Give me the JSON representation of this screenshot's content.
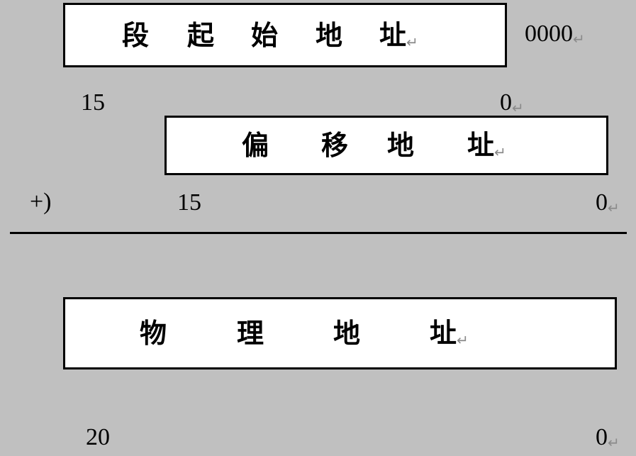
{
  "segment_box": {
    "chars": [
      "段",
      "起",
      "始",
      "地",
      "址"
    ],
    "label": "段起始地址",
    "high_bit": "15",
    "low_bit": "0",
    "suffix": "0000"
  },
  "offset_box": {
    "chars": [
      "偏",
      "移",
      "地",
      "址"
    ],
    "label": "偏移地址",
    "operator": "+)",
    "high_bit": "15",
    "low_bit": "0"
  },
  "physical_box": {
    "chars": [
      "物",
      "理",
      "地",
      "址"
    ],
    "label": "物理地址",
    "high_bit": "20",
    "low_bit": "0"
  },
  "paragraph_mark": "↵",
  "colors": {
    "background": "#c0c0c0",
    "box_fill": "#ffffff",
    "border": "#000000",
    "paragraph_mark": "#8a8a8a"
  }
}
